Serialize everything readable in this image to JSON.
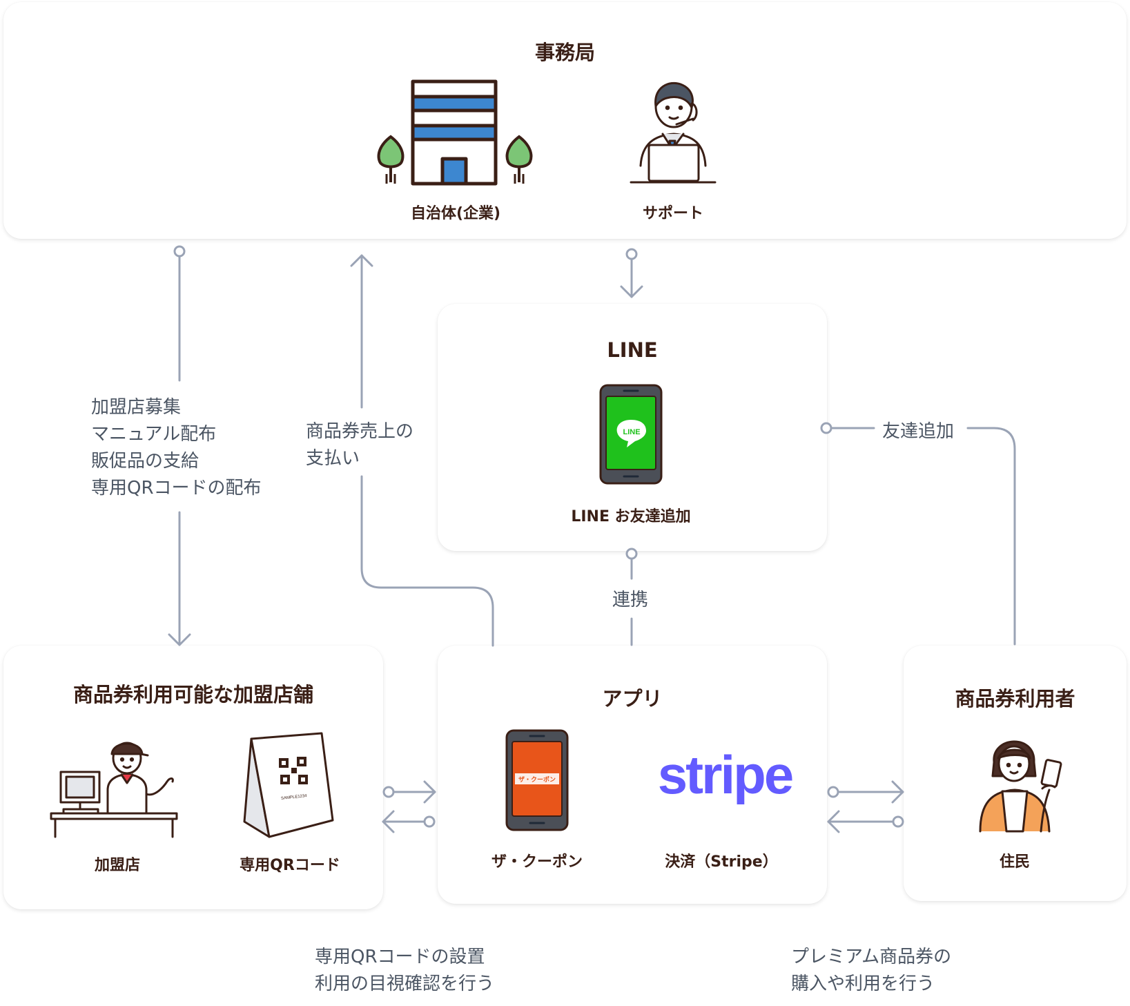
{
  "office": {
    "title": "事務局",
    "municipality_label": "自治体(企業)",
    "support_label": "サポート"
  },
  "line_box": {
    "title": "LINE",
    "phone_logo_text": "LINE",
    "caption": "LINE お友達追加"
  },
  "stores": {
    "title": "商品券利用可能な加盟店舗",
    "store_label": "加盟店",
    "qr_label": "専用QRコード",
    "qr_sample_text": "SAMPLE1234"
  },
  "app": {
    "title": "アプリ",
    "coupon_screen_text": "ザ・クーポン",
    "coupon_label": "ザ・クーポン",
    "stripe_logo": "stripe",
    "payment_label": "決済（Stripe）"
  },
  "users": {
    "title": "商品券利用者",
    "resident_label": "住民"
  },
  "notes": {
    "recruit": [
      "加盟店募集",
      "マニュアル配布",
      "販促品の支給",
      "専用QRコードの配布"
    ],
    "payment": [
      "商品券売上の",
      "支払い"
    ],
    "friend_add": "友達追加",
    "link": "連携",
    "qr_setup": [
      "専用QRコードの設置",
      "利用の目視確認を行う"
    ],
    "purchase": [
      "プレミアム商品券の",
      "購入や利用を行う"
    ]
  },
  "colors": {
    "connector": "#9aa3b5",
    "title_text": "#3a1f16",
    "note_text": "#4b5563",
    "building_blue": "#3d87d0",
    "tree_green": "#7cc576",
    "line_green": "#1fc11c",
    "coupon_orange": "#e8551a",
    "stripe_purple": "#635bff",
    "cardigan_orange": "#f4a259"
  }
}
